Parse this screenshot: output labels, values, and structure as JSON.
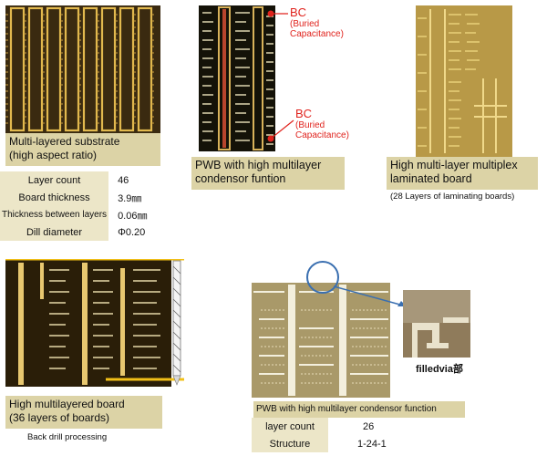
{
  "panels": {
    "p1": {
      "caption_line1": "Multi-layered substrate",
      "caption_line2": "(high aspect ratio)"
    },
    "p2": {
      "caption_line1": "PWB with high multilayer",
      "caption_line2": "condensor funtion",
      "bc_top": {
        "title": "BC",
        "line1": "(Buried",
        "line2": "Capacitance)"
      },
      "bc_bottom": {
        "title": "BC",
        "line1": "(Buried",
        "line2": "Capacitance)"
      }
    },
    "p3": {
      "caption_line1": "High multi-layer multiplex",
      "caption_line2": "laminated board",
      "note": "(28 Layers of laminating boards)"
    },
    "p4": {
      "caption_line1": "High multilayered board",
      "caption_line2": "(36 layers of boards)",
      "note": "Back drill processing"
    },
    "p5": {
      "caption": "PWB with high multilayer condensor function",
      "inset_label": "filledvia部"
    }
  },
  "spec_table_1": [
    {
      "label": "Layer count",
      "value": "46"
    },
    {
      "label": "Board thickness",
      "value": "3.9㎜"
    },
    {
      "label": "Thickness between layers",
      "value": "0.06㎜"
    },
    {
      "label": "Dill diameter",
      "value": "Φ0.20"
    }
  ],
  "spec_table_2": [
    {
      "label": "layer count",
      "value": "26"
    },
    {
      "label": "Structure",
      "value": "1-24-1"
    }
  ],
  "colors": {
    "caption_bg": "#dcd3a6",
    "spec_label_bg": "#ece6c8",
    "annotation_red": "#e0231d",
    "pointer_blue": "#3a6fb0",
    "copper_gold": "#e2c063"
  }
}
